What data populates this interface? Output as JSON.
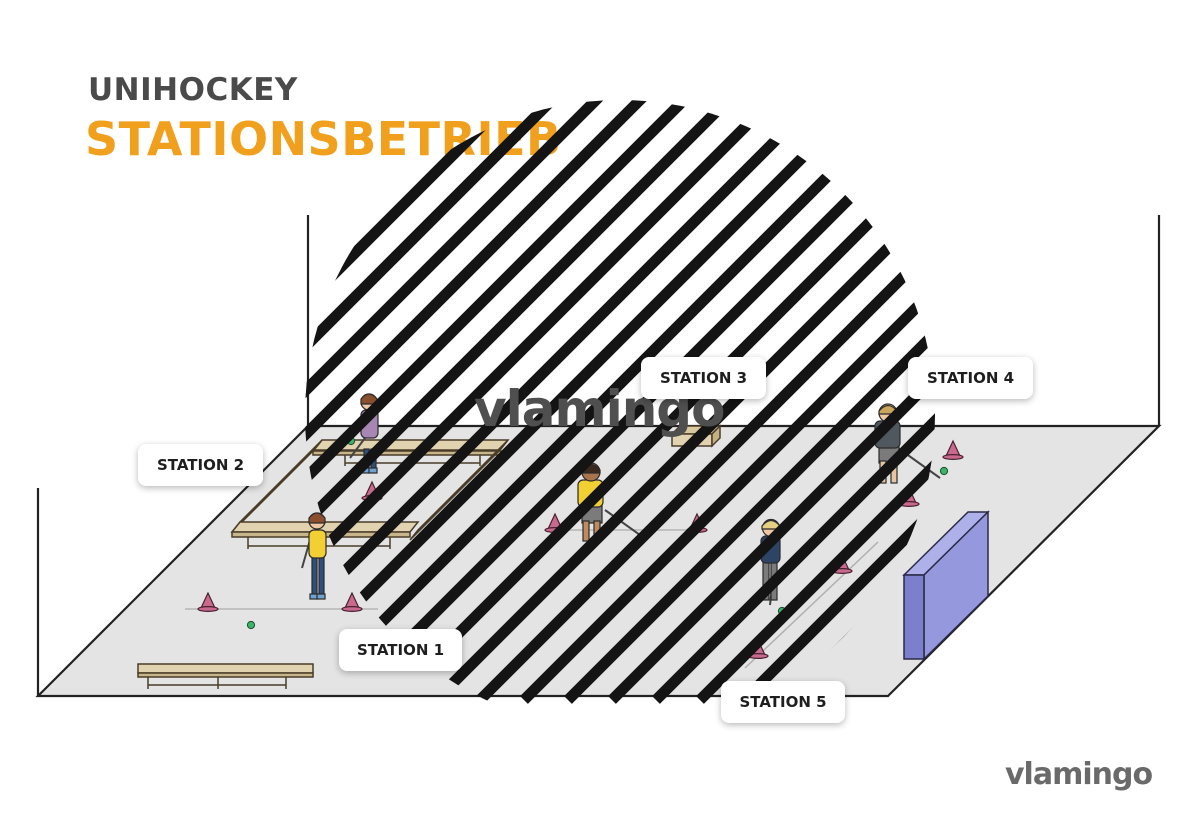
{
  "header": {
    "subtitle": "UNIHOCKEY",
    "title": "STATIONSBETRIEB"
  },
  "stations": {
    "s1": "STATION 1",
    "s2": "STATION 2",
    "s3": "STATION 3",
    "s4": "STATION 4",
    "s5": "STATION 5"
  },
  "watermark": {
    "center": "vlamingo",
    "corner": "vlamingo"
  },
  "colors": {
    "accent": "#f0a01c",
    "floor": "#e4e4e4",
    "wall": "#222222",
    "cone": "#c86a8e",
    "bench": "#e2d3b0",
    "goal": "#8f92d8",
    "ball": "#3bb36a",
    "shirt_yellow": "#f2cf33",
    "shirt_purple": "#a886b4",
    "shirt_navy": "#2d4466",
    "shirt_grey": "#50585f"
  }
}
